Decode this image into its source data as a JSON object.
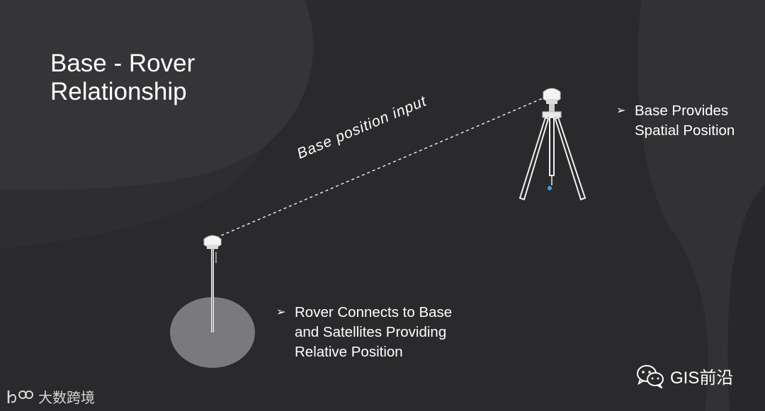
{
  "slide": {
    "title_lines": [
      "Base - Rover",
      "Relationship"
    ],
    "link_label": "Base position input",
    "base_bullet": {
      "arrow": "➢",
      "lines": [
        "Base Provides",
        "Spatial Position"
      ]
    },
    "rover_bullet": {
      "arrow": "➢",
      "lines": [
        "Rover Connects to Base",
        "and Satellites Providing",
        "Relative Position"
      ]
    }
  },
  "watermarks": {
    "right_text": "GIS前沿",
    "right_icon": "wechat-icon",
    "left_text": "大数跨境",
    "left_icon": "brand-logo-icon"
  },
  "colors": {
    "background": "#2a2a2c",
    "shape_dark": "#262628",
    "shape_light": "#353538",
    "ground_disc": "#7a7a7c",
    "text": "#ffffff",
    "led": "#2ea7e6"
  }
}
